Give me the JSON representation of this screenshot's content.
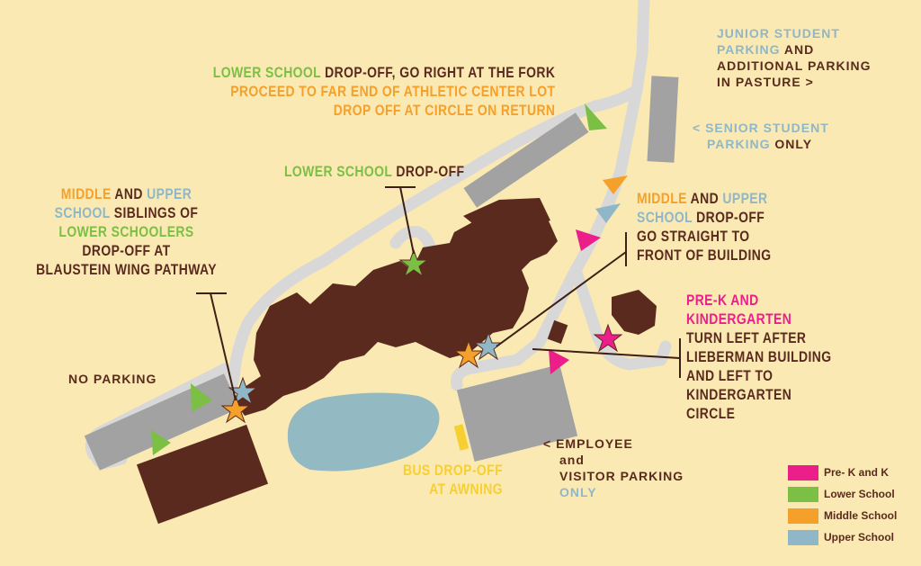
{
  "colors": {
    "background": "#fbe9b3",
    "road": "#d8d8d8",
    "building": "#5a2a1e",
    "parking": "#a2a2a2",
    "pond": "#93b9c3",
    "pre_k": "#ec1e8a",
    "lower": "#7bbf44",
    "middle": "#f5a02a",
    "upper": "#8fb7c8",
    "bus": "#f6d033"
  },
  "labels": {
    "top_route": {
      "line1_a": "LOWER SCHOOL",
      "line1_b": " DROP-OFF, GO RIGHT AT THE FORK",
      "line2": "PROCEED TO FAR END OF ATHLETIC CENTER LOT",
      "line3": "DROP OFF AT CIRCLE ON RETURN"
    },
    "lower_dropoff": {
      "a": "LOWER SCHOOL",
      "b": " DROP-OFF"
    },
    "siblings": {
      "l1_a": "MIDDLE",
      "l1_b": " AND ",
      "l1_c": "UPPER",
      "l2_a": "SCHOOL",
      "l2_b": " SIBLINGS OF",
      "l3": "LOWER SCHOOLERS",
      "l4": "DROP-OFF AT",
      "l5": "BLAUSTEIN WING PATHWAY"
    },
    "middle_upper": {
      "l1_a": "MIDDLE",
      "l1_b": " AND ",
      "l1_c": "UPPER",
      "l2_a": "SCHOOL",
      "l2_b": " DROP-OFF",
      "l3": "GO STRAIGHT TO",
      "l4": "FRONT OF BUILDING"
    },
    "prek": {
      "l1": "PRE-K AND",
      "l2": "KINDERGARTEN",
      "l3": "TURN LEFT AFTER",
      "l4": "LIEBERMAN BUILDING",
      "l5": "AND LEFT TO",
      "l6": "KINDERGARTEN",
      "l7": "CIRCLE"
    },
    "junior": {
      "l1": "JUNIOR STUDENT",
      "l2_a": "PARKING",
      "l2_b": " AND",
      "l3": "ADDITIONAL PARKING",
      "l4": "IN PASTURE >"
    },
    "senior": {
      "l1": "< SENIOR STUDENT",
      "l2_a": "PARKING",
      "l2_b": " ONLY"
    },
    "no_parking": "NO PARKING",
    "bus": {
      "l1": "BUS DROP-OFF",
      "l2": "AT AWNING"
    },
    "employee": {
      "l1": "< EMPLOYEE",
      "l2": "and",
      "l3": "VISITOR PARKING",
      "l4": "ONLY"
    }
  },
  "legend": [
    {
      "label": "Pre- K and K",
      "color": "#ec1e8a"
    },
    {
      "label": "Lower School",
      "color": "#7bbf44"
    },
    {
      "label": "Middle School",
      "color": "#f5a02a"
    },
    {
      "label": "Upper School",
      "color": "#8fb7c8"
    }
  ]
}
